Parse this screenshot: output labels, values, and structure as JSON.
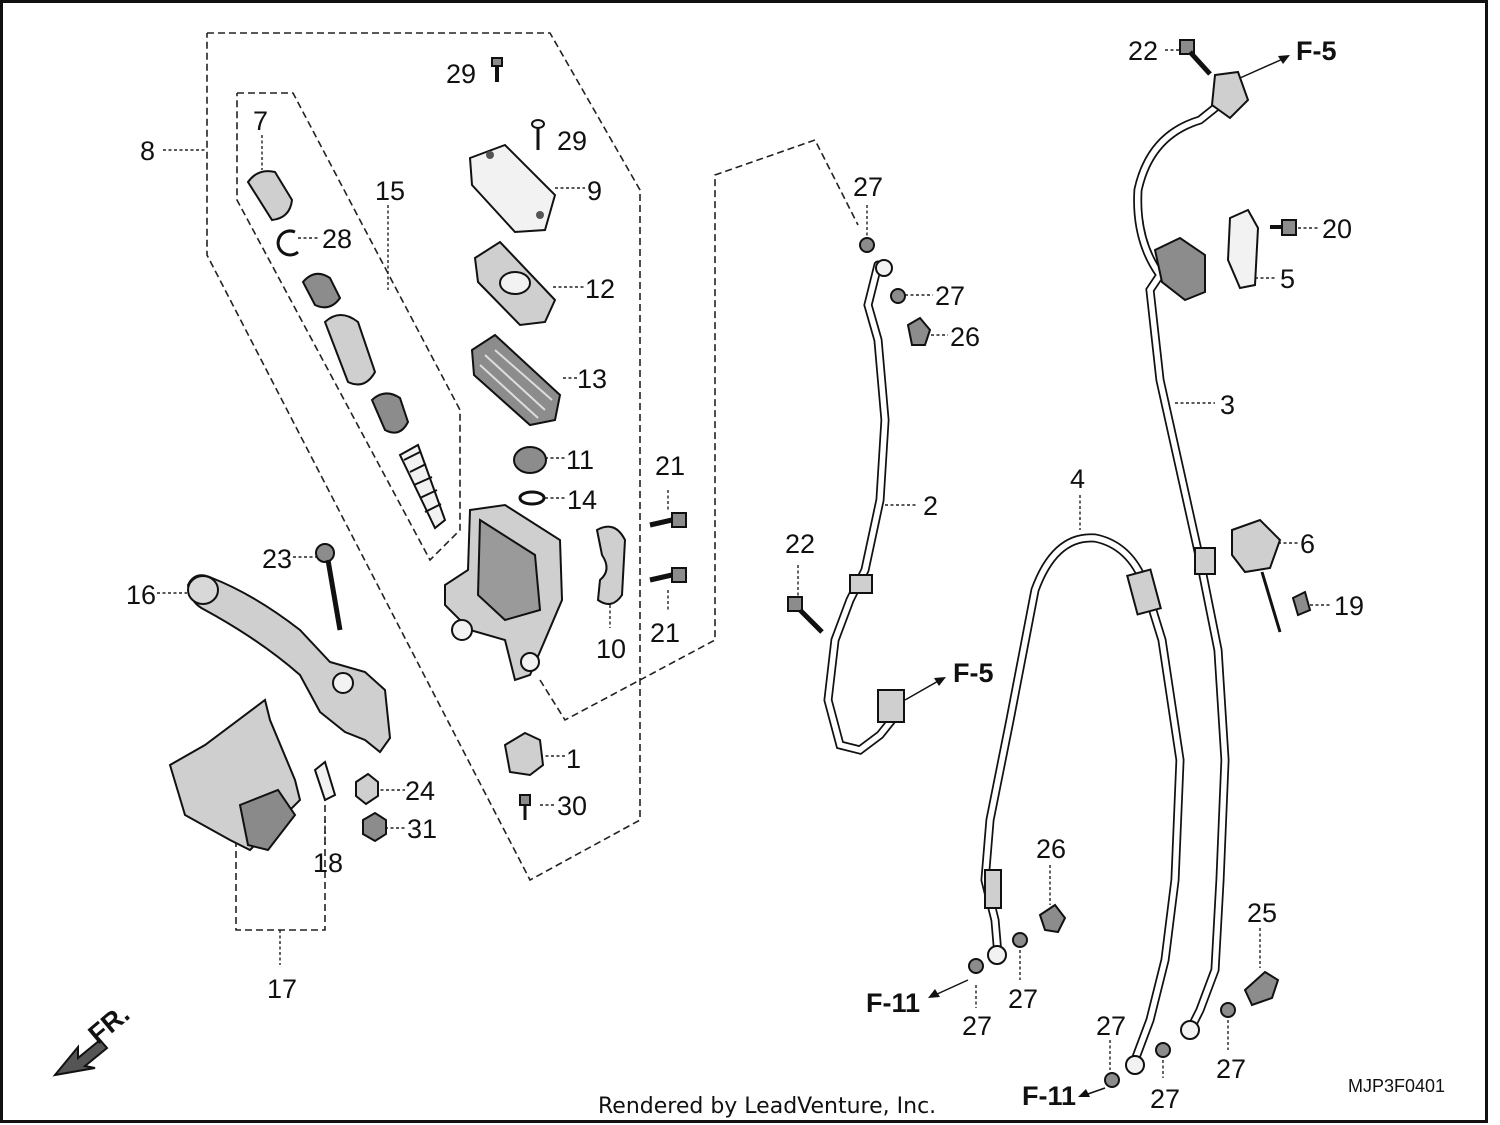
{
  "diagram": {
    "callouts": [
      {
        "id": "c1",
        "label": "1"
      },
      {
        "id": "c2",
        "label": "2"
      },
      {
        "id": "c3",
        "label": "3"
      },
      {
        "id": "c4",
        "label": "4"
      },
      {
        "id": "c5",
        "label": "5"
      },
      {
        "id": "c6",
        "label": "6"
      },
      {
        "id": "c7",
        "label": "7"
      },
      {
        "id": "c8",
        "label": "8"
      },
      {
        "id": "c9",
        "label": "9"
      },
      {
        "id": "c10",
        "label": "10"
      },
      {
        "id": "c11",
        "label": "11"
      },
      {
        "id": "c12",
        "label": "12"
      },
      {
        "id": "c13",
        "label": "13"
      },
      {
        "id": "c14",
        "label": "14"
      },
      {
        "id": "c15",
        "label": "15"
      },
      {
        "id": "c16",
        "label": "16"
      },
      {
        "id": "c17",
        "label": "17"
      },
      {
        "id": "c18",
        "label": "18"
      },
      {
        "id": "c19",
        "label": "19"
      },
      {
        "id": "c20",
        "label": "20"
      },
      {
        "id": "c21a",
        "label": "21"
      },
      {
        "id": "c21b",
        "label": "21"
      },
      {
        "id": "c22a",
        "label": "22"
      },
      {
        "id": "c22b",
        "label": "22"
      },
      {
        "id": "c23",
        "label": "23"
      },
      {
        "id": "c24",
        "label": "24"
      },
      {
        "id": "c25",
        "label": "25"
      },
      {
        "id": "c26a",
        "label": "26"
      },
      {
        "id": "c26b",
        "label": "26"
      },
      {
        "id": "c27a",
        "label": "27"
      },
      {
        "id": "c27b",
        "label": "27"
      },
      {
        "id": "c27c",
        "label": "27"
      },
      {
        "id": "c27d",
        "label": "27"
      },
      {
        "id": "c27e",
        "label": "27"
      },
      {
        "id": "c27f",
        "label": "27"
      },
      {
        "id": "c27g",
        "label": "27"
      },
      {
        "id": "c28",
        "label": "28"
      },
      {
        "id": "c29a",
        "label": "29"
      },
      {
        "id": "c29b",
        "label": "29"
      },
      {
        "id": "c30",
        "label": "30"
      },
      {
        "id": "c31",
        "label": "31"
      }
    ],
    "references": [
      {
        "id": "r1",
        "label": "F-5"
      },
      {
        "id": "r2",
        "label": "F-5"
      },
      {
        "id": "r3",
        "label": "F-11"
      },
      {
        "id": "r4",
        "label": "F-11"
      }
    ],
    "front_label": "FR.",
    "diagram_code": "MJP3F0401",
    "footer": "Rendered by LeadVenture, Inc."
  }
}
